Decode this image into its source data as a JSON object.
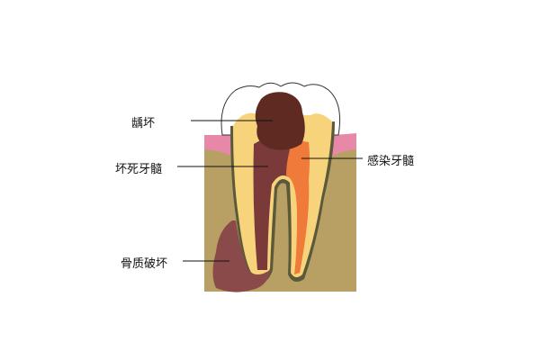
{
  "labels": {
    "caries": "龋坏",
    "necrotic_pulp": "坏死牙髓",
    "infected_pulp": "感染牙髓",
    "bone_destruction": "骨质破坏"
  },
  "colors": {
    "bone": "#b89f63",
    "gum": "#e888a8",
    "enamel": "#ffffff",
    "dentin": "#f7d47c",
    "caries": "#5e2a22",
    "necrotic": "#7a3a3a",
    "infected": "#f07a3a",
    "root_outline": "#5a5a3a"
  }
}
